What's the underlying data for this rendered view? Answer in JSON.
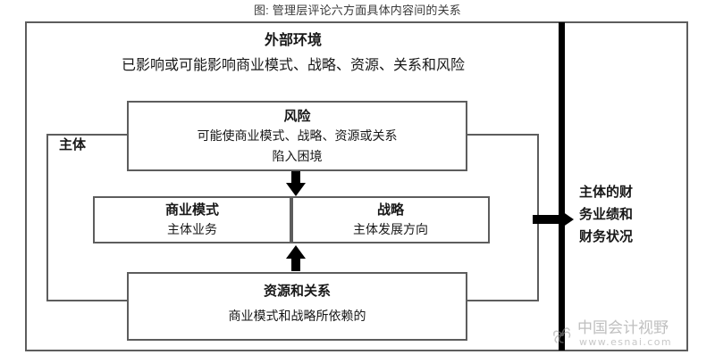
{
  "caption": "图: 管理层评论六方面具体内容间的关系",
  "diagram": {
    "external_environment": {
      "title": "外部环境",
      "description": "已影响或可能影响商业模式、战略、资源、关系和风险"
    },
    "entity": {
      "label": "主体"
    },
    "risk": {
      "title": "风险",
      "line1": "可能使商业模式、战略、资源或关系",
      "line2": "陷入困境"
    },
    "business_model": {
      "title": "商业模式",
      "line1": "主体业务"
    },
    "strategy": {
      "title": "战略",
      "line1": "主体发展方向"
    },
    "resources": {
      "title": "资源和关系",
      "line1": "商业模式和战略所依赖的"
    },
    "outcome": {
      "line1": "主体的财",
      "line2": "务业绩和",
      "line3": "财务状况"
    },
    "arrows": {
      "risk_to_model": "arrow-down-icon",
      "resources_to_model": "arrow-up-icon",
      "entity_to_outcome": "arrow-right-icon"
    },
    "colors": {
      "frame": "#5d5d5d",
      "box_border": "#5d5d5d",
      "arrow": "#000000",
      "divider": "#000000",
      "text": "#171717",
      "caption": "#3b3b3b",
      "background": "#ffffff"
    }
  },
  "watermark": {
    "site_name": "中国会计视野",
    "url": "www.esnai.com",
    "logo": "esnai-flower-logo"
  }
}
